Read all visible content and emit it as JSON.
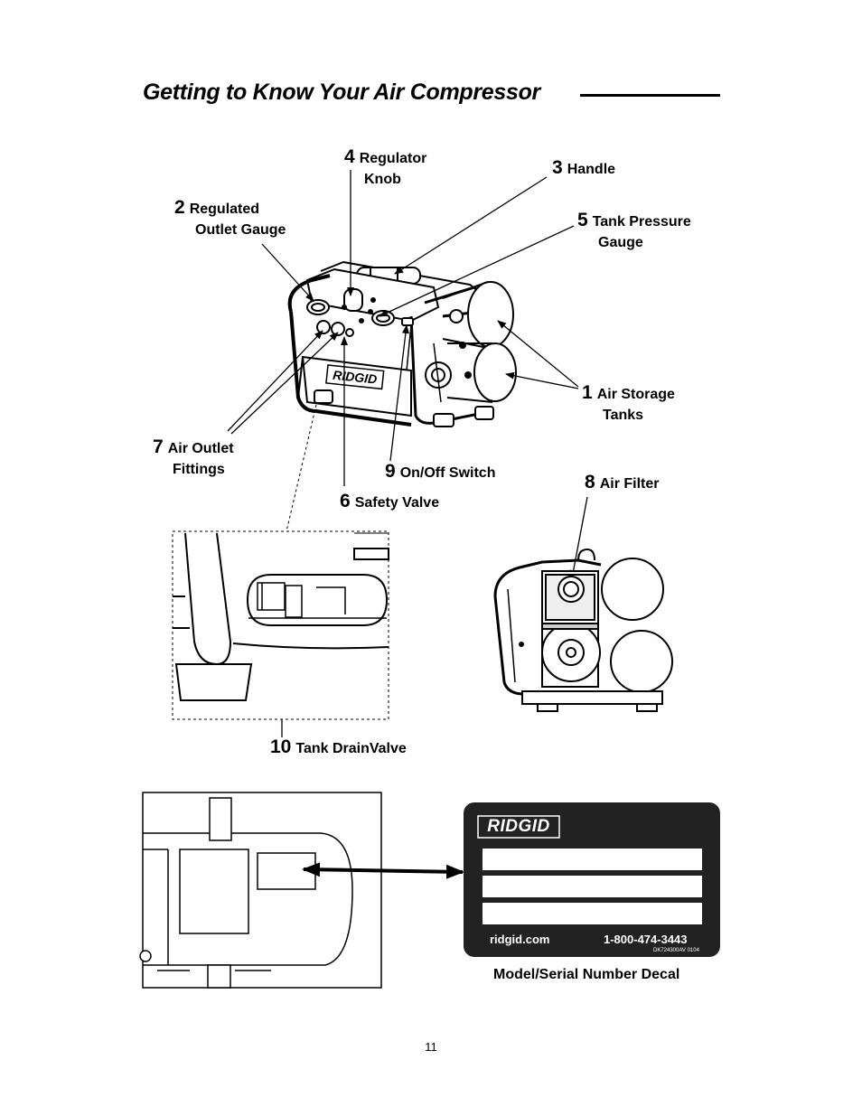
{
  "title": "Getting to Know Your Air Compressor",
  "callouts": [
    {
      "num": "4",
      "line1": "Regulator",
      "line2": "Knob"
    },
    {
      "num": "3",
      "line1": "Handle",
      "line2": ""
    },
    {
      "num": "2",
      "line1": "Regulated",
      "line2": "Outlet Gauge"
    },
    {
      "num": "5",
      "line1": "Tank Pressure",
      "line2": "Gauge"
    },
    {
      "num": "1",
      "line1": "Air Storage",
      "line2": "Tanks"
    },
    {
      "num": "7",
      "line1": "Air Outlet",
      "line2": "Fittings"
    },
    {
      "num": "9",
      "line1": "On/Off Switch",
      "line2": ""
    },
    {
      "num": "8",
      "line1": "Air Filter",
      "line2": ""
    },
    {
      "num": "6",
      "line1": "Safety Valve",
      "line2": ""
    },
    {
      "num": "10",
      "line1": "Tank DrainValve",
      "line2": ""
    }
  ],
  "decal": {
    "brand": "RIDGID",
    "website": "ridgid.com",
    "phone": "1-800-474-3443",
    "code": "DK724300AV 0104",
    "caption": "Model/Serial Number Decal"
  },
  "body_logo": "RIDGID",
  "page_number": "11"
}
